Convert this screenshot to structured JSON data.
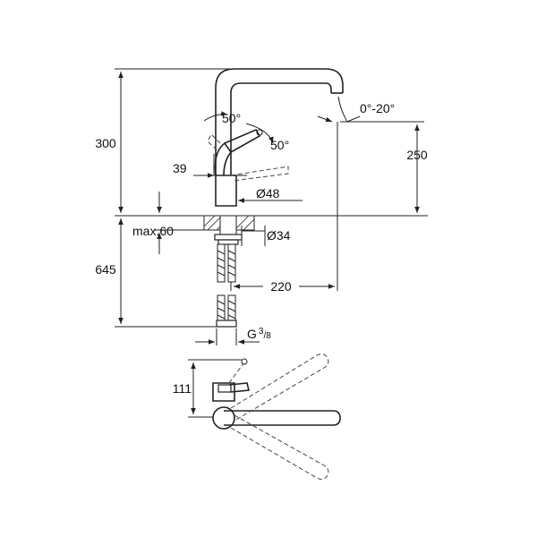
{
  "dimensions": {
    "total_height": "300",
    "spout_height": "250",
    "swivel_tilt": "0°-20°",
    "lever_angle_top": "50°",
    "lever_angle_side": "50°",
    "lever_offset": "39",
    "body_diameter": "Ø48",
    "deck_thickness": "max.60",
    "hole_diameter": "Ø34",
    "hose_length": "645",
    "reach": "220",
    "thread": "G",
    "thread_num": "3",
    "thread_den": "8",
    "plan_depth": "111"
  }
}
